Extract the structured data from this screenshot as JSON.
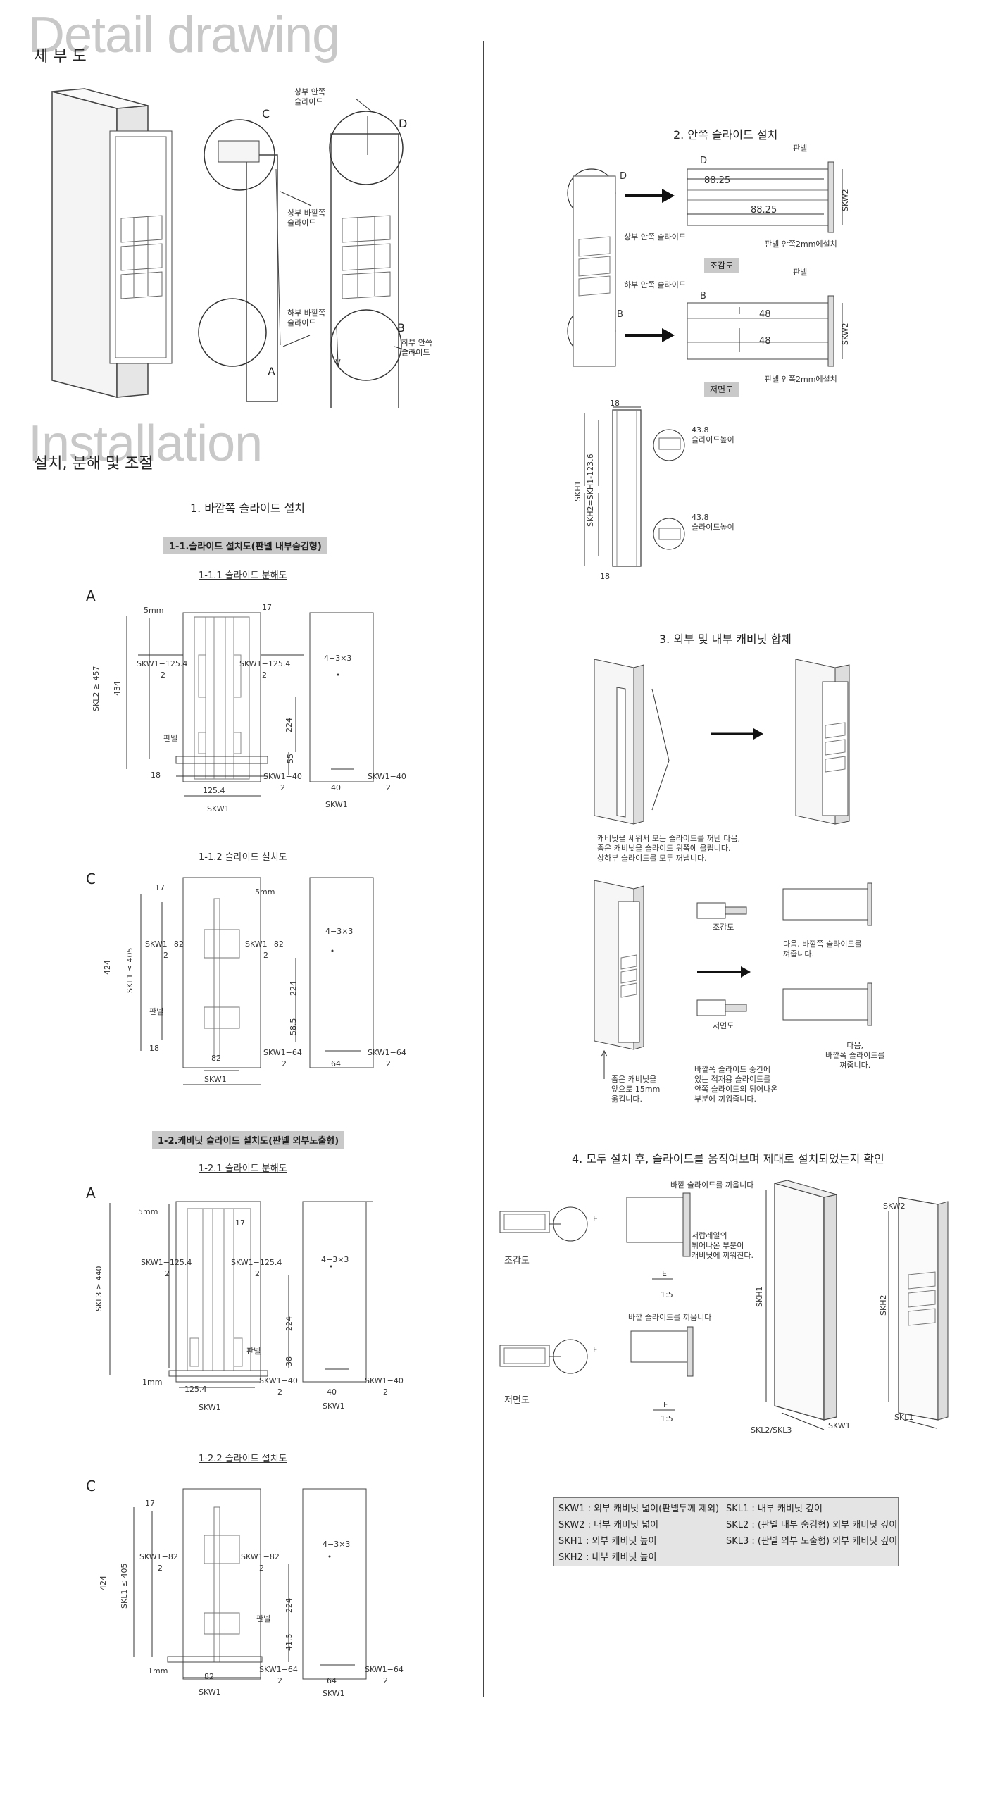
{
  "titles": {
    "detail_en": "Detail drawing",
    "detail_kr": "세 부 도",
    "install_en": "Installation",
    "install_kr": "설치, 분해 및 조절"
  },
  "detail": {
    "letters": [
      "C",
      "D",
      "A",
      "B"
    ],
    "upper_inner_slide": "상부 안쪽\n슬라이드",
    "upper_outer_slide": "상부 바깥쪽\n슬라이드",
    "lower_outer_slide": "하부 바깥쪽\n슬라이드",
    "lower_inner_slide": "하부 안쪽\n슬라이드"
  },
  "sec1": {
    "title": "1. 바깥쪽 슬라이드 설치",
    "sub1": "1-1.슬라이드 설치도(판넬 내부숨김형)",
    "sub1_1": "1-1.1 슬라이드 분해도",
    "sub1_2": "1-1.2 슬라이드 설치도",
    "sub2": "1-2.캐비닛 슬라이드 설치도(판넬 외부노출형)",
    "sub2_1": "1-2.1 슬라이드 분해도",
    "sub2_2": "1-2.2 슬라이드 설치도"
  },
  "sec2": {
    "title": "2. 안쪽 슬라이드 설치",
    "panel": "판넬",
    "d": "D",
    "b": "B",
    "dim1": "88.25",
    "dim2": "88.25",
    "dim48a": "48",
    "dim48b": "48",
    "skw2": "SKW2",
    "upper_inner": "상부 안쪽 슬라이드",
    "lower_inner": "하부 안쪽 슬라이드",
    "inset": "판넬 안쪽2mm에설치",
    "top_view": "조감도",
    "bottom_view": "저면도",
    "skh1": "SKH1",
    "skh2": "SKH2=SKH1-123.6",
    "d18": "18",
    "slide_h": "43.8\n슬라이드높이"
  },
  "sec3": {
    "title": "3. 외부 및 내부 캐비닛 합체",
    "note1": "캐비닛을 세워서 모든 슬라이드를 꺼낸 다음,\n좁은 캐비닛을 슬라이드 위쪽에 올립니다.\n상하부 슬라이드를 모두 꺼냅니다.",
    "top_view": "조감도",
    "bottom_view": "저면도",
    "note2": "다음, 바깥쪽 슬라이드를\n껴줍니다.",
    "note3": "다음,\n바깥쪽 슬라이드를\n껴줍니다.",
    "note4": "좁은 캐비닛을\n앞으로 15mm\n옮깁니다.",
    "note5": "바깥쪽 슬라이드 중간에\n있는 적재용 슬라이드를\n안쪽 슬라이드의 튀어나온\n부분에 끼워줍니다."
  },
  "sec4": {
    "title": "4. 모두 설치 후, 슬라이드를 움직여보며 제대로 설치되었는지 확인",
    "top_view": "조감도",
    "bottom_view": "저면도",
    "e": "E",
    "f": "F",
    "scale": "1:5",
    "note_e1": "바깥 슬라이드를 끼웁니다",
    "note_e2": "서랍레일의\n튀어나온 부분이\n캐비닛에 끼워진다.",
    "note_f": "바깥 슬라이드를 끼웁니다",
    "skh1": "SKH1",
    "skh2": "SKH2",
    "skw1": "SKW1",
    "skw2": "SKW2",
    "skl23": "SKL2/SKL3",
    "skl1": "SKL1"
  },
  "legend": {
    "left": [
      "SKW1 : 외부 캐비닛 넓이(판넬두께 제외)",
      "SKW2 : 내부 캐비닛 넓이",
      "SKH1 : 외부 캐비닛 높이",
      "SKH2 : 내부 캐비닛 높이"
    ],
    "right": [
      "SKL1 : 내부 캐비닛 깊이",
      "SKL2 : (판넬 내부 숨김형) 외부 캐비닛 깊이",
      "SKL3 : (판넬 외부 노출형) 외부 캐비닛 깊이"
    ]
  },
  "dims": {
    "A": "A",
    "C": "C",
    "mm5": "5mm",
    "d17": "17",
    "d18": "18",
    "mm1": "1mm",
    "skw1_1254": "SKW1−125.4",
    "skw1_82": "SKW1−82",
    "skw1_40": "SKW1−40",
    "skw1_64": "SKW1−64",
    "over2": "2",
    "d1254": "125.4",
    "d82": "82",
    "d40": "40",
    "d64": "64",
    "skw1": "SKW1",
    "hole": "4−3×3",
    "skl2": "SKL2 ≥ 457",
    "skl1": "SKL1 ≤ 405",
    "skl3": "SKL3 ≥ 440",
    "d434": "434",
    "d424": "424",
    "d224": "224",
    "d55": "55",
    "d585": "58.5",
    "d38": "38",
    "d415": "41.5",
    "panel": "판넬"
  }
}
